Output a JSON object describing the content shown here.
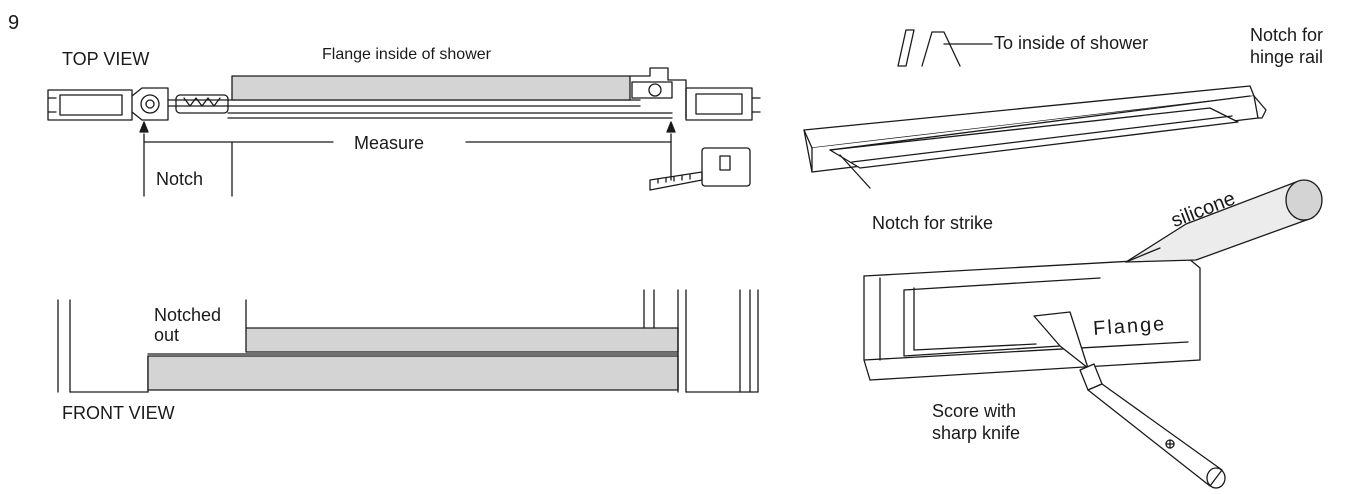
{
  "step_number": "9",
  "top_view": {
    "title": "TOP VIEW",
    "flange_label": "Flange inside of shower",
    "measure_label": "Measure",
    "notch_label": "Notch"
  },
  "front_view": {
    "title": "FRONT VIEW",
    "notched_out_label_line1": "Notched",
    "notched_out_label_line2": "out"
  },
  "hinge_rail_detail": {
    "inside_label": "To inside of shower",
    "notch_hinge_label_line1": "Notch for",
    "notch_hinge_label_line2": "hinge rail",
    "notch_strike_label": "Notch for strike"
  },
  "cutting_detail": {
    "silicone_label": "silicone",
    "flange_label": "Flange",
    "score_label_line1": "Score with",
    "score_label_line2": "sharp knife"
  },
  "colors": {
    "line": "#1a1a1a",
    "fill_gray": "#d4d4d4",
    "fill_light": "#ececec",
    "background": "#ffffff"
  }
}
